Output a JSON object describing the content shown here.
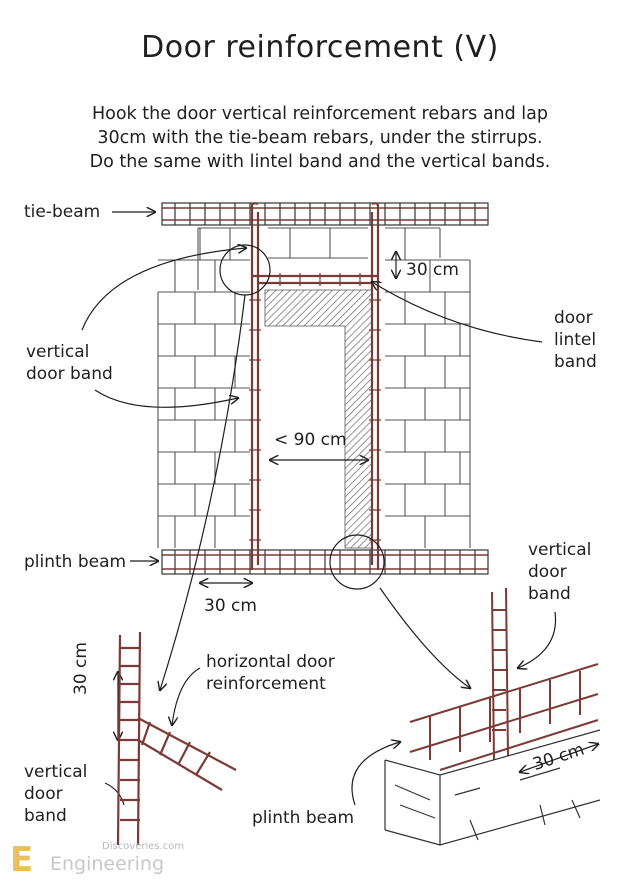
{
  "title": "Door reinforcement (V)",
  "intro": [
    "Hook the door vertical reinforcement rebars and lap",
    "30cm with the tie-beam rebars, under the stirrups.",
    "Do the same with lintel band and the vertical bands."
  ],
  "labels": {
    "tie_beam": "tie-beam",
    "dim_30_top": "30 cm",
    "door_lintel_band": [
      "door",
      "lintel",
      "band"
    ],
    "vertical_door_band_left": [
      "vertical",
      "door band"
    ],
    "dim_90": "< 90 cm",
    "plinth_beam_left": "plinth beam",
    "dim_30_bottom": "30 cm",
    "vertical_door_band_right": [
      "vertical",
      "door",
      "band"
    ],
    "horizontal_door_reinforcement": [
      "horizontal door",
      "reinforcement"
    ],
    "dim_30_vertical": "30 cm",
    "vertical_door_band_bottom": [
      "vertical",
      "door",
      "band"
    ],
    "plinth_beam_bottom": "plinth beam",
    "dim_30_iso": "30 cm"
  },
  "watermark": {
    "site": "Discoveries.com",
    "brand": "Engineering",
    "logo": "E"
  },
  "colors": {
    "ink": "#1f1f1f",
    "rebar": "#7a3a35",
    "brick": "#555555",
    "hatch": "#666666",
    "watermark": "#c8c8c8"
  }
}
